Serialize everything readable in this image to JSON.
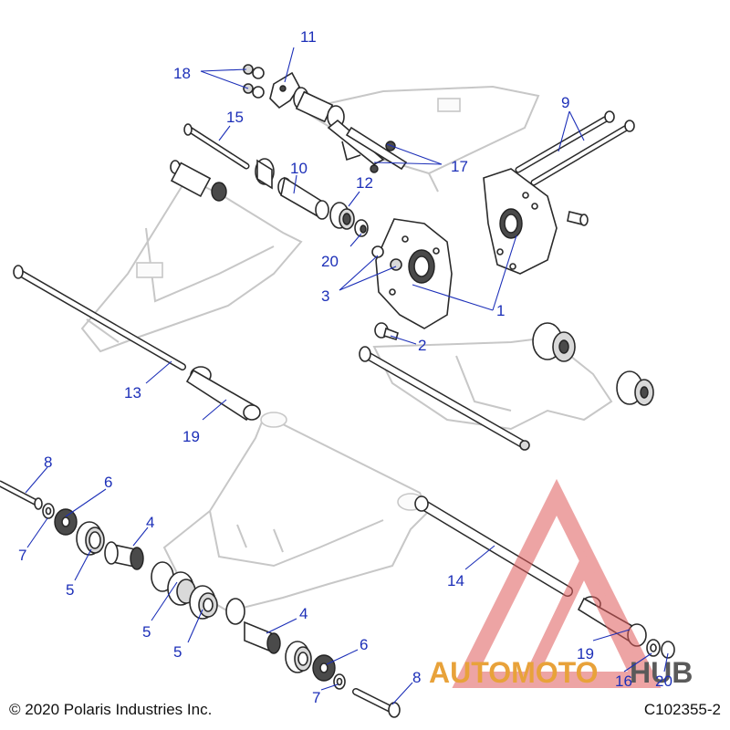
{
  "callouts": {
    "c1": "1",
    "c2": "2",
    "c3": "3",
    "c4a": "4",
    "c4b": "4",
    "c5a": "5",
    "c5b": "5",
    "c5c": "5",
    "c6a": "6",
    "c6b": "6",
    "c7a": "7",
    "c7b": "7",
    "c8a": "8",
    "c8b": "8",
    "c9": "9",
    "c10": "10",
    "c11": "11",
    "c12": "12",
    "c13": "13",
    "c14": "14",
    "c15": "15",
    "c16": "16",
    "c17": "17",
    "c18": "18",
    "c19a": "19",
    "c19b": "19",
    "c20a": "20",
    "c20b": "20"
  },
  "footer": {
    "copyright": "© 2020 Polaris Industries Inc.",
    "figure_id": "C102355-2"
  },
  "watermark": {
    "text_part1": "AUTOMOTO",
    "text_part2": "HUB",
    "color_primary": "#e8a23a",
    "color_secondary": "#5a5a5a",
    "triangle_color": "#e05a5a"
  },
  "colors": {
    "callout": "#1c2fb8",
    "line_art": "#2a2a2a",
    "ghost": "#c7c7c7"
  }
}
